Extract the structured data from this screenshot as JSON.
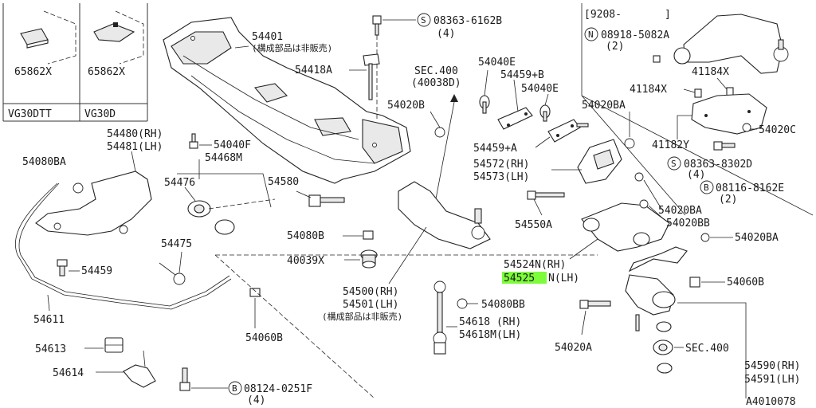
{
  "callouts": {
    "p65862x_a": "65862X",
    "p65862x_b": "65862X",
    "vg30dtt": "VG30DTT",
    "vg30d": "VG30D",
    "p54401": "54401",
    "p54401_note": "(構成部品は非販売)",
    "s08363_6162b": "08363-6162B",
    "s08363_6162b_qty": "(4)",
    "p54418a": "54418A",
    "sec400_top": "SEC.400",
    "sec400_top_ref": "(40038D)",
    "p54020b": "54020B",
    "p54480rh": "54480(RH)",
    "p54481lh": "54481(LH)",
    "p54040f": "54040F",
    "p54468m": "54468M",
    "p54080ba": "54080BA",
    "p54476": "54476",
    "p54580": "54580",
    "p54080b": "54080B",
    "p40039x": "40039X",
    "p54475": "54475",
    "p54459": "54459",
    "p54611": "54611",
    "p54060b_l": "54060B",
    "p54613": "54613",
    "p54614": "54614",
    "b08124_0251f": "08124-0251F",
    "b08124_qty": "(4)",
    "p54500rh": "54500(RH)",
    "p54501lh": "54501(LH)",
    "p54500_note": "(構成部品は非販売)",
    "p54080bb": "54080BB",
    "p54618rh": "54618 (RH)",
    "p54618mlh": "54618M(LH)",
    "p54040e_a": "54040E",
    "p54459b": "54459+B",
    "p54040e_b": "54040E",
    "p54020ba_a": "54020BA",
    "p54459a": "54459+A",
    "p54572rh": "54572(RH)",
    "p54573lh": "54573(LH)",
    "p54550a": "54550A",
    "p54524nrh": "54524N(RH)",
    "p54525": "54525",
    "p54525_suffix": "N(LH)",
    "p54020a": "54020A",
    "p54020ba_b": "54020BA",
    "p54020bb": "54020BB",
    "p54020ba_c": "54020BA",
    "p54060b_r": "54060B",
    "sec400_r": "SEC.400",
    "p54590rh": "54590(RH)",
    "p54591lh": "54591(LH)",
    "date_code": "[9208-",
    "date_close": "]",
    "n08918_5082a": "08918-5082A",
    "n08918_qty": "(2)",
    "p41184x_a": "41184X",
    "p41184x_b": "41184X",
    "p41182y": "41182Y",
    "p54020c": "54020C",
    "s08363_8302d": "08363-8302D",
    "s08363_8302d_qty": "(4)",
    "b08116_8162e": "08116-8162E",
    "b08116_qty": "(2)",
    "diagram_id": "A4010078"
  },
  "symbols": {
    "s": "S",
    "b": "B",
    "n": "N"
  },
  "colors": {
    "highlight": "#7CFC3A",
    "ink": "#222222"
  }
}
